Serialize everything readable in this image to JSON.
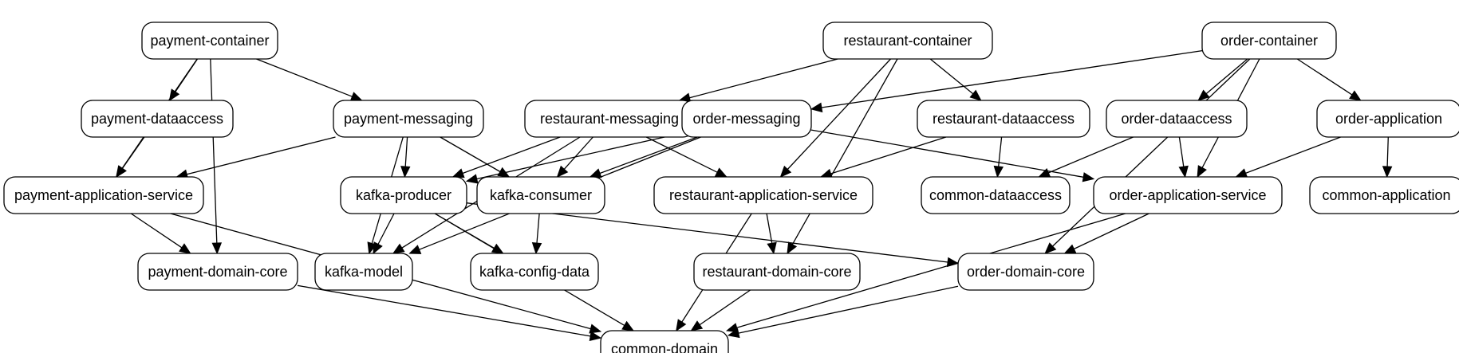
{
  "diagram": {
    "nodes": [
      {
        "id": "payment-container",
        "label": "payment-container"
      },
      {
        "id": "restaurant-container",
        "label": "restaurant-container"
      },
      {
        "id": "order-container",
        "label": "order-container"
      },
      {
        "id": "payment-dataaccess",
        "label": "payment-dataaccess"
      },
      {
        "id": "payment-messaging",
        "label": "payment-messaging"
      },
      {
        "id": "restaurant-messaging",
        "label": "restaurant-messaging"
      },
      {
        "id": "order-messaging",
        "label": "order-messaging"
      },
      {
        "id": "restaurant-dataaccess",
        "label": "restaurant-dataaccess"
      },
      {
        "id": "order-dataaccess",
        "label": "order-dataaccess"
      },
      {
        "id": "order-application",
        "label": "order-application"
      },
      {
        "id": "payment-application-service",
        "label": "payment-application-service"
      },
      {
        "id": "kafka-producer",
        "label": "kafka-producer"
      },
      {
        "id": "kafka-consumer",
        "label": "kafka-consumer"
      },
      {
        "id": "restaurant-application-service",
        "label": "restaurant-application-service"
      },
      {
        "id": "common-dataaccess",
        "label": "common-dataaccess"
      },
      {
        "id": "order-application-service",
        "label": "order-application-service"
      },
      {
        "id": "common-application",
        "label": "common-application"
      },
      {
        "id": "payment-domain-core",
        "label": "payment-domain-core"
      },
      {
        "id": "kafka-model",
        "label": "kafka-model"
      },
      {
        "id": "kafka-config-data",
        "label": "kafka-config-data"
      },
      {
        "id": "restaurant-domain-core",
        "label": "restaurant-domain-core"
      },
      {
        "id": "order-domain-core",
        "label": "order-domain-core"
      },
      {
        "id": "common-domain",
        "label": "common-domain"
      }
    ],
    "edges": [
      {
        "from": "payment-container",
        "to": "payment-dataaccess"
      },
      {
        "from": "payment-container",
        "to": "payment-messaging"
      },
      {
        "from": "payment-container",
        "to": "payment-application-service"
      },
      {
        "from": "payment-container",
        "to": "payment-domain-core"
      },
      {
        "from": "payment-dataaccess",
        "to": "payment-application-service"
      },
      {
        "from": "payment-messaging",
        "to": "payment-application-service"
      },
      {
        "from": "payment-messaging",
        "to": "kafka-producer"
      },
      {
        "from": "payment-messaging",
        "to": "kafka-consumer"
      },
      {
        "from": "payment-messaging",
        "to": "kafka-model"
      },
      {
        "from": "payment-application-service",
        "to": "payment-domain-core"
      },
      {
        "from": "payment-application-service",
        "to": "common-domain"
      },
      {
        "from": "payment-domain-core",
        "to": "common-domain"
      },
      {
        "from": "restaurant-container",
        "to": "restaurant-messaging"
      },
      {
        "from": "restaurant-container",
        "to": "restaurant-dataaccess"
      },
      {
        "from": "restaurant-container",
        "to": "restaurant-application-service"
      },
      {
        "from": "restaurant-container",
        "to": "restaurant-domain-core"
      },
      {
        "from": "restaurant-messaging",
        "to": "kafka-producer"
      },
      {
        "from": "restaurant-messaging",
        "to": "kafka-consumer"
      },
      {
        "from": "restaurant-messaging",
        "to": "restaurant-application-service"
      },
      {
        "from": "restaurant-messaging",
        "to": "kafka-model"
      },
      {
        "from": "restaurant-dataaccess",
        "to": "restaurant-application-service"
      },
      {
        "from": "restaurant-dataaccess",
        "to": "common-dataaccess"
      },
      {
        "from": "restaurant-application-service",
        "to": "restaurant-domain-core"
      },
      {
        "from": "restaurant-application-service",
        "to": "common-domain"
      },
      {
        "from": "restaurant-domain-core",
        "to": "common-domain"
      },
      {
        "from": "order-container",
        "to": "order-messaging"
      },
      {
        "from": "order-container",
        "to": "order-dataaccess"
      },
      {
        "from": "order-container",
        "to": "order-application"
      },
      {
        "from": "order-container",
        "to": "order-application-service"
      },
      {
        "from": "order-container",
        "to": "order-domain-core"
      },
      {
        "from": "order-messaging",
        "to": "kafka-producer"
      },
      {
        "from": "order-messaging",
        "to": "kafka-consumer"
      },
      {
        "from": "order-messaging",
        "to": "order-application-service"
      },
      {
        "from": "order-messaging",
        "to": "kafka-model"
      },
      {
        "from": "order-dataaccess",
        "to": "order-application-service"
      },
      {
        "from": "order-dataaccess",
        "to": "common-dataaccess"
      },
      {
        "from": "order-application",
        "to": "order-application-service"
      },
      {
        "from": "order-application",
        "to": "common-application"
      },
      {
        "from": "order-application-service",
        "to": "order-domain-core"
      },
      {
        "from": "order-application-service",
        "to": "common-domain"
      },
      {
        "from": "order-domain-core",
        "to": "common-domain"
      },
      {
        "from": "kafka-producer",
        "to": "kafka-model"
      },
      {
        "from": "kafka-producer",
        "to": "kafka-config-data"
      },
      {
        "from": "kafka-producer",
        "to": "order-domain-core"
      },
      {
        "from": "kafka-producer",
        "to": "common-domain"
      },
      {
        "from": "kafka-consumer",
        "to": "kafka-config-data"
      }
    ]
  }
}
